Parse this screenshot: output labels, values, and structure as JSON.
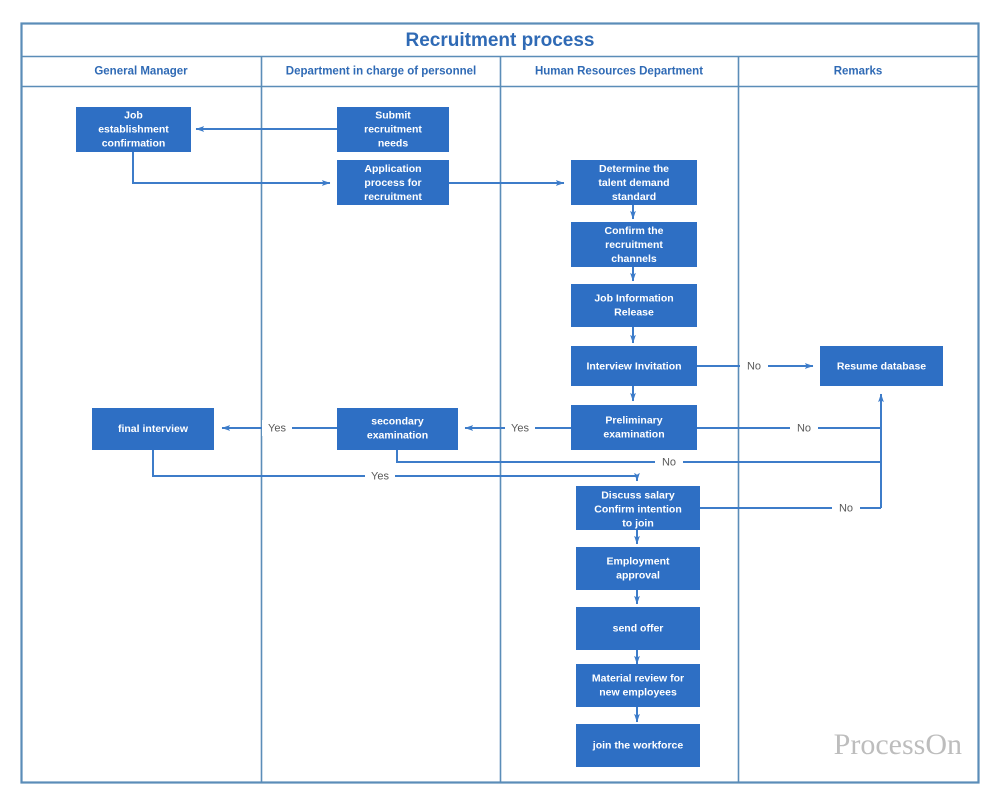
{
  "diagram": {
    "title": "Recruitment process",
    "type": "cross-functional-flowchart",
    "watermark": "ProcessOn",
    "colors": {
      "node_fill": "#2e6fc4",
      "node_text": "#ffffff",
      "connector": "#3d7cc9",
      "frame_border": "#5b8db8",
      "header_text": "#2f6ab5",
      "title_text": "#2f6ab5",
      "edge_label_text": "#5a5a5a",
      "watermark_text": "#bdbdbd",
      "background": "#ffffff"
    },
    "lanes": [
      {
        "id": "lane-general-manager",
        "label": "General Manager"
      },
      {
        "id": "lane-department-personnel",
        "label": "Department in charge of personnel"
      },
      {
        "id": "lane-human-resources",
        "label": "Human Resources Department"
      },
      {
        "id": "lane-remarks",
        "label": "Remarks"
      }
    ],
    "nodes": [
      {
        "id": "job-establishment-confirmation",
        "lane": "lane-general-manager",
        "label": "Job establishment confirmation",
        "lines": [
          "Job",
          "establishment",
          "confirmation"
        ]
      },
      {
        "id": "final-interview",
        "lane": "lane-general-manager",
        "label": "final interview",
        "lines": [
          "final interview"
        ]
      },
      {
        "id": "submit-recruitment-needs",
        "lane": "lane-department-personnel",
        "label": "Submit recruitment needs",
        "lines": [
          "Submit",
          "recruitment",
          "needs"
        ]
      },
      {
        "id": "application-process-for-recruitment",
        "lane": "lane-department-personnel",
        "label": "Application process for recruitment",
        "lines": [
          "Application",
          "process for",
          "recruitment"
        ]
      },
      {
        "id": "secondary-examination",
        "lane": "lane-department-personnel",
        "label": "secondary examination",
        "lines": [
          "secondary",
          "examination"
        ]
      },
      {
        "id": "determine-the-talent-demand-standard",
        "lane": "lane-human-resources",
        "label": "Determine the talent demand standard",
        "lines": [
          "Determine the",
          "talent demand",
          "standard"
        ]
      },
      {
        "id": "confirm-the-recruitment-channels",
        "lane": "lane-human-resources",
        "label": "Confirm the recruitment channels",
        "lines": [
          "Confirm the",
          "recruitment",
          "channels"
        ]
      },
      {
        "id": "job-information-release",
        "lane": "lane-human-resources",
        "label": "Job Information Release",
        "lines": [
          "Job Information",
          "Release"
        ]
      },
      {
        "id": "interview-invitation",
        "lane": "lane-human-resources",
        "label": "Interview Invitation",
        "lines": [
          "Interview Invitation"
        ]
      },
      {
        "id": "preliminary-examination",
        "lane": "lane-human-resources",
        "label": "Preliminary examination",
        "lines": [
          "Preliminary",
          "examination"
        ]
      },
      {
        "id": "discuss-salary-confirm-intention-to-join",
        "lane": "lane-human-resources",
        "label": "Discuss salary Confirm intention to join",
        "lines": [
          "Discuss salary",
          "Confirm intention",
          "to join"
        ]
      },
      {
        "id": "employment-approval",
        "lane": "lane-human-resources",
        "label": "Employment approval",
        "lines": [
          "Employment",
          "approval"
        ]
      },
      {
        "id": "send-offer",
        "lane": "lane-human-resources",
        "label": "send offer",
        "lines": [
          "send offer"
        ]
      },
      {
        "id": "material-review-for-new-employees",
        "lane": "lane-human-resources",
        "label": "Material review for new employees",
        "lines": [
          "Material review for",
          "new employees"
        ]
      },
      {
        "id": "join-the-workforce",
        "lane": "lane-human-resources",
        "label": "join the workforce",
        "lines": [
          "join the workforce"
        ]
      },
      {
        "id": "resume-database",
        "lane": "lane-remarks",
        "label": "Resume database",
        "lines": [
          "Resume database"
        ]
      }
    ],
    "edges": [
      {
        "from": "submit-recruitment-needs",
        "to": "job-establishment-confirmation",
        "label": ""
      },
      {
        "from": "job-establishment-confirmation",
        "to": "application-process-for-recruitment",
        "label": ""
      },
      {
        "from": "application-process-for-recruitment",
        "to": "determine-the-talent-demand-standard",
        "label": ""
      },
      {
        "from": "determine-the-talent-demand-standard",
        "to": "confirm-the-recruitment-channels",
        "label": ""
      },
      {
        "from": "confirm-the-recruitment-channels",
        "to": "job-information-release",
        "label": ""
      },
      {
        "from": "job-information-release",
        "to": "interview-invitation",
        "label": ""
      },
      {
        "from": "interview-invitation",
        "to": "resume-database",
        "label": "No"
      },
      {
        "from": "interview-invitation",
        "to": "preliminary-examination",
        "label": ""
      },
      {
        "from": "preliminary-examination",
        "to": "secondary-examination",
        "label": "Yes"
      },
      {
        "from": "preliminary-examination",
        "to": "resume-database",
        "label": "No"
      },
      {
        "from": "secondary-examination",
        "to": "final-interview",
        "label": "Yes"
      },
      {
        "from": "secondary-examination",
        "to": "resume-database",
        "label": "No"
      },
      {
        "from": "final-interview",
        "to": "discuss-salary-confirm-intention-to-join",
        "label": "Yes"
      },
      {
        "from": "discuss-salary-confirm-intention-to-join",
        "to": "resume-database",
        "label": "No"
      },
      {
        "from": "discuss-salary-confirm-intention-to-join",
        "to": "employment-approval",
        "label": ""
      },
      {
        "from": "employment-approval",
        "to": "send-offer",
        "label": ""
      },
      {
        "from": "send-offer",
        "to": "material-review-for-new-employees",
        "label": ""
      },
      {
        "from": "material-review-for-new-employees",
        "to": "join-the-workforce",
        "label": ""
      }
    ],
    "edge_labels": {
      "interview_no": "No",
      "preliminary_yes": "Yes",
      "preliminary_no": "No",
      "secondary_yes": "Yes",
      "secondary_no": "No",
      "final_yes": "Yes",
      "discuss_no": "No"
    }
  }
}
